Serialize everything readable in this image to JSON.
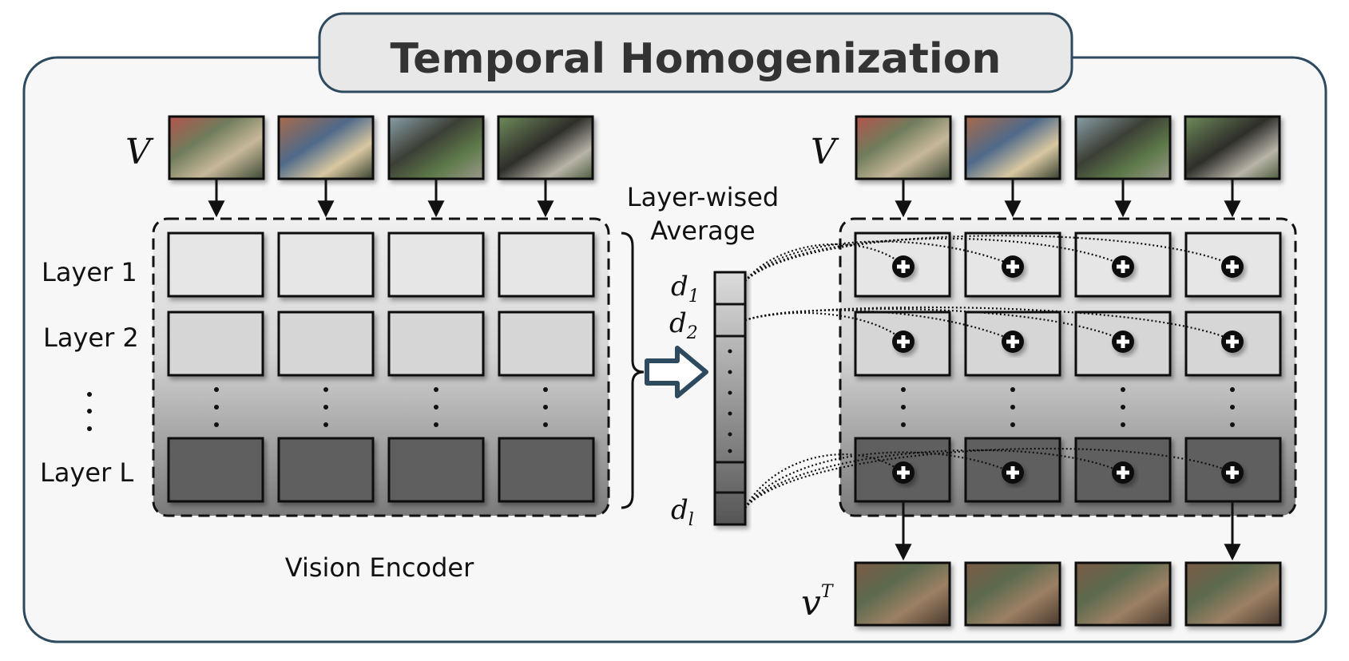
{
  "title": "Temporal Homogenization",
  "left_panel": {
    "input_label": "V",
    "layer_labels": [
      "Layer 1",
      "Layer 2",
      "Layer L"
    ],
    "caption": "Vision Encoder"
  },
  "middle": {
    "caption_line1": "Layer-wised",
    "caption_line2": "Average",
    "weights": [
      {
        "base": "d",
        "sub": "1"
      },
      {
        "base": "d",
        "sub": "2"
      },
      {
        "base": "d",
        "sub": "l"
      }
    ]
  },
  "right_panel": {
    "input_label": "V",
    "output_label": {
      "base": "v",
      "sup": "T"
    }
  },
  "colors": {
    "frame_border": "#2d4a5e",
    "title_fill": "#e8e8e8",
    "arrow_fill": "#ffffff",
    "layer1_fill": "#e6e6e6",
    "layer2_fill": "#d6d6d6",
    "layerL_fill": "#5e5e5e"
  },
  "icons": {
    "plus": "plus-circle-icon",
    "arrow": "hollow-right-arrow-icon"
  }
}
